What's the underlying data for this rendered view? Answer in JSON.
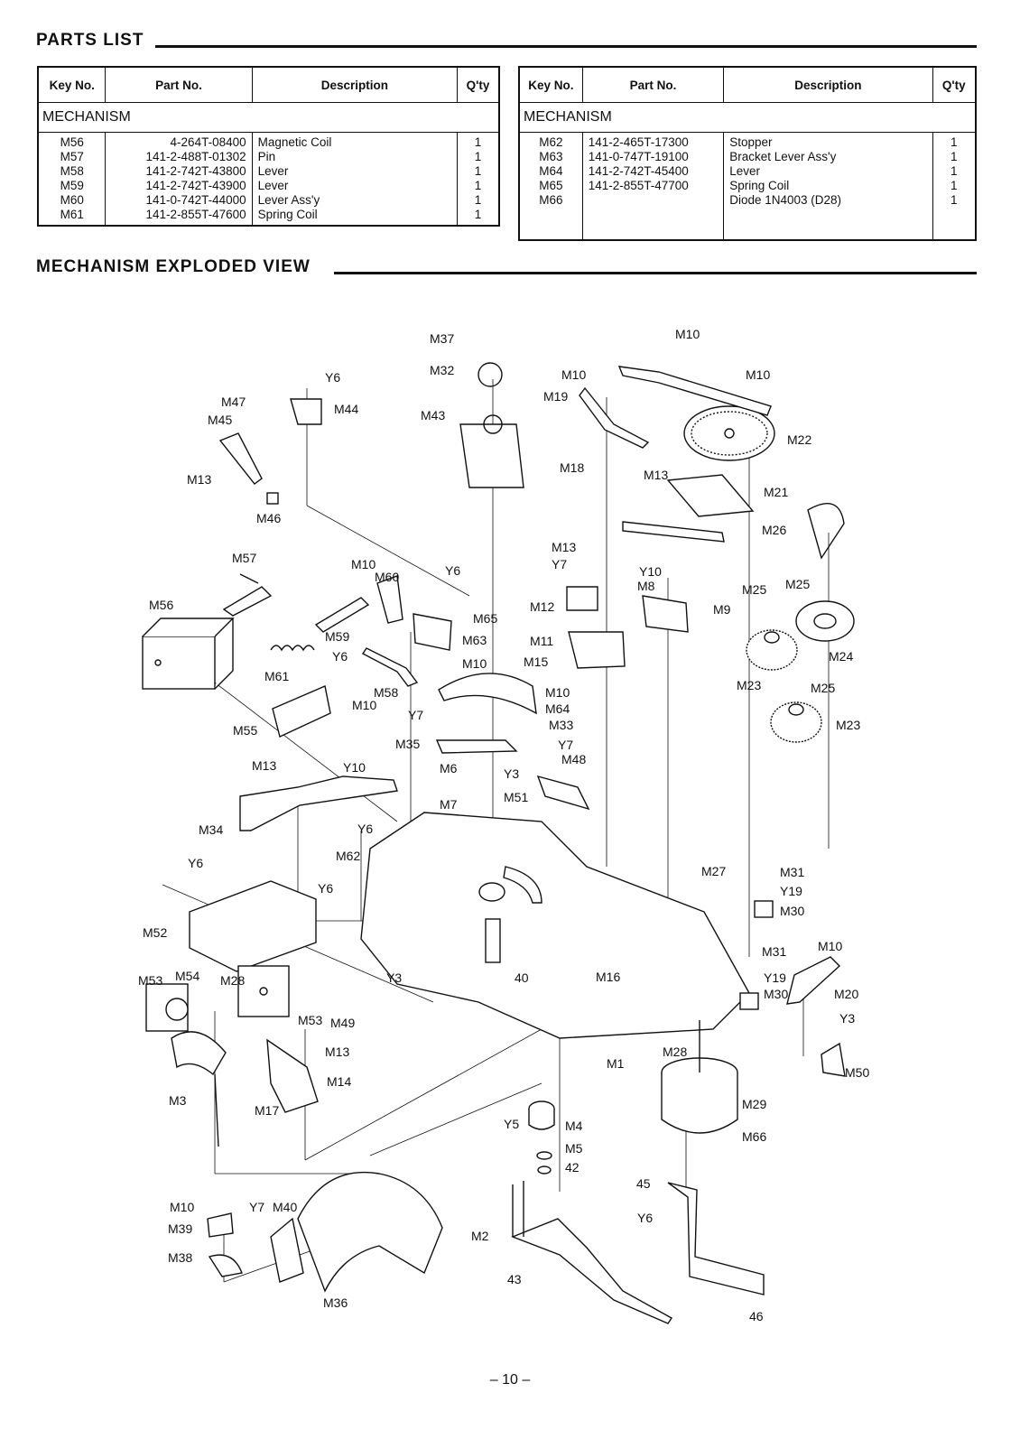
{
  "parts_list": {
    "title": "PARTS LIST",
    "headers": {
      "key": "Key No.",
      "part": "Part No.",
      "desc": "Description",
      "qty": "Q'ty"
    },
    "section": "MECHANISM",
    "left_rows": [
      {
        "key": "M56",
        "part": "4-264T-08400",
        "desc": "Magnetic Coil",
        "qty": "1"
      },
      {
        "key": "M57",
        "part": "141-2-488T-01302",
        "desc": "Pin",
        "qty": "1"
      },
      {
        "key": "M58",
        "part": "141-2-742T-43800",
        "desc": "Lever",
        "qty": "1"
      },
      {
        "key": "M59",
        "part": "141-2-742T-43900",
        "desc": "Lever",
        "qty": "1"
      },
      {
        "key": "M60",
        "part": "141-0-742T-44000",
        "desc": "Lever Ass'y",
        "qty": "1"
      },
      {
        "key": "M61",
        "part": "141-2-855T-47600",
        "desc": "Spring Coil",
        "qty": "1"
      }
    ],
    "right_rows": [
      {
        "key": "M62",
        "part": "141-2-465T-17300",
        "desc": "Stopper",
        "qty": "1"
      },
      {
        "key": "M63",
        "part": "141-0-747T-19100",
        "desc": "Bracket Lever Ass'y",
        "qty": "1"
      },
      {
        "key": "M64",
        "part": "141-2-742T-45400",
        "desc": "Lever",
        "qty": "1"
      },
      {
        "key": "M65",
        "part": "141-2-855T-47700",
        "desc": "Spring Coil",
        "qty": "1"
      },
      {
        "key": "M66",
        "part": "",
        "desc": "Diode 1N4003 (D28)",
        "qty": "1"
      }
    ]
  },
  "exploded_view": {
    "title": "MECHANISM EXPLODED VIEW",
    "callouts": {
      "m37": "M37",
      "m32": "M32",
      "m43": "M43",
      "m10a": "M10",
      "m10b": "M10",
      "m10c": "M10",
      "m19": "M19",
      "m22": "M22",
      "m18": "M18",
      "m13a": "M13",
      "m21": "M21",
      "m26": "M26",
      "y6a": "Y6",
      "m47": "M47",
      "m45": "M45",
      "m44": "M44",
      "m13b": "M13",
      "m46": "M46",
      "m57": "M57",
      "m56": "M56",
      "m10d": "M10",
      "m60": "M60",
      "y6b": "Y6",
      "m59": "M59",
      "m65": "M65",
      "m61": "M61",
      "y6c": "Y6",
      "m63": "M63",
      "m58": "M58",
      "m10e": "M10",
      "m10f": "M10",
      "m13c": "M13",
      "y7a": "Y7",
      "m12": "M12",
      "y10a": "Y10",
      "m8": "M8",
      "m9": "M9",
      "m25a": "M25",
      "m25b": "M25",
      "m24": "M24",
      "m11": "M11",
      "m15": "M15",
      "m10g": "M10",
      "m23a": "M23",
      "m25c": "M25",
      "m23b": "M23",
      "m55": "M55",
      "y7b": "Y7",
      "m64": "M64",
      "m33": "M33",
      "m35": "M35",
      "y7c": "Y7",
      "m48": "M48",
      "y10b": "Y10",
      "m13d": "M13",
      "m6": "M6",
      "y3a": "Y3",
      "m51": "M51",
      "m7": "M7",
      "m34": "M34",
      "y6d": "Y6",
      "m62": "M62",
      "y6e": "Y6",
      "y6f": "Y6",
      "m27": "M27",
      "m31a": "M31",
      "y19a": "Y19",
      "m30a": "M30",
      "m52": "M52",
      "m53a": "M53",
      "m54": "M54",
      "m28a": "M28",
      "y3b": "Y3",
      "n40": "40",
      "m16": "M16",
      "m31b": "M31",
      "y19b": "Y19",
      "m30b": "M30",
      "m10h": "M10",
      "m20": "M20",
      "m53b": "M53",
      "m49": "M49",
      "y3c": "Y3",
      "m13e": "M13",
      "m14": "M14",
      "m1": "M1",
      "m28b": "M28",
      "m50": "M50",
      "m3": "M3",
      "m17": "M17",
      "m29": "M29",
      "y5": "Y5",
      "m4": "M4",
      "m5": "M5",
      "n42": "42",
      "m66": "M66",
      "n45": "45",
      "m10i": "M10",
      "y7d": "Y7",
      "m40": "M40",
      "m39": "M39",
      "y6g": "Y6",
      "m38": "M38",
      "m2": "M2",
      "n43": "43",
      "m36": "M36",
      "n46": "46"
    }
  },
  "page_number": "– 10 –"
}
